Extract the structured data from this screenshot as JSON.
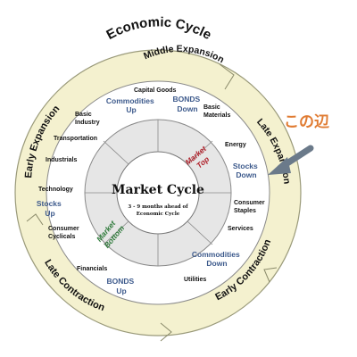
{
  "title": "Economic Cycle",
  "phases": {
    "middle_expansion": "Middle Expansion",
    "late_expansion": "Late Expansion",
    "early_contraction": "Early Contraction",
    "late_contraction": "Late Contraction",
    "early_expansion": "Early Expansion"
  },
  "center": {
    "title": "Market Cycle",
    "subtitle_line1": "3 - 9 months ahead of",
    "subtitle_line2": "Economic Cycle",
    "market_top": [
      "Market",
      "Top"
    ],
    "market_bottom": [
      "Market",
      "Bottom"
    ]
  },
  "sectors": {
    "capital_goods": "Capital Goods",
    "basic_industry": [
      "Basic",
      "Industry"
    ],
    "transportation": "Transportation",
    "industrials": "Industrials",
    "technology": "Technology",
    "consumer_cyclicals": [
      "Consumer",
      "Cyclicals"
    ],
    "financials": "Financials",
    "utilities": "Utilities",
    "services": "Services",
    "consumer_staples": [
      "Consumer",
      "Staples"
    ],
    "energy": "Energy",
    "basic_materials": [
      "Basic",
      "Materials"
    ]
  },
  "signals": {
    "commodities_up": [
      "Commodities",
      "Up"
    ],
    "bonds_down": [
      "BONDS",
      "Down"
    ],
    "stocks_down": [
      "Stocks",
      "Down"
    ],
    "commodities_down": [
      "Commodities",
      "Down"
    ],
    "bonds_up": [
      "BONDS",
      "Up"
    ],
    "stocks_up": [
      "Stocks",
      "Up"
    ]
  },
  "annotation": {
    "text": "この辺",
    "color": "#e07b32",
    "arrow_color": "#6b7a8a"
  },
  "colors": {
    "outer_ring": "#f4f1cf",
    "inner_ring": "#ffffff",
    "core_ring": "#e6e6e6",
    "center": "#ffffff",
    "stock_text": "#3d5a8c",
    "market_top": "#b0202a",
    "market_bottom": "#2e7a3a"
  }
}
